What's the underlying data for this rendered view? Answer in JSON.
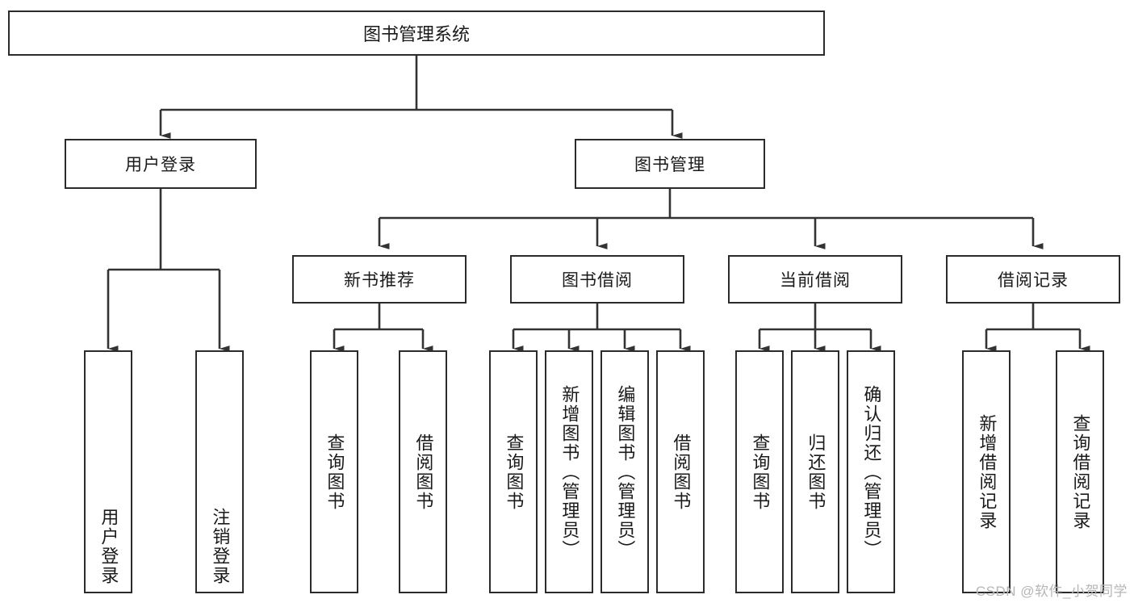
{
  "diagram": {
    "type": "hierarchy-tree",
    "title": "图书管理系统",
    "root": {
      "label": "图书管理系统"
    },
    "level2": [
      {
        "label": "用户登录"
      },
      {
        "label": "图书管理"
      }
    ],
    "level3": [
      {
        "label": "新书推荐"
      },
      {
        "label": "图书借阅"
      },
      {
        "label": "当前借阅"
      },
      {
        "label": "借阅记录"
      }
    ],
    "leaves": {
      "user_login": [
        {
          "label": "用户登录"
        },
        {
          "label": "注销登录"
        }
      ],
      "new_book_recommend": [
        {
          "label": "查询图书"
        },
        {
          "label": "借阅图书"
        }
      ],
      "book_borrow": [
        {
          "label": "查询图书"
        },
        {
          "label": "新增图书（管理员）"
        },
        {
          "label": "编辑图书（管理员）"
        },
        {
          "label": "借阅图书"
        }
      ],
      "current_borrow": [
        {
          "label": "查询图书"
        },
        {
          "label": "归还图书"
        },
        {
          "label": "确认归还（管理员）"
        }
      ],
      "borrow_record": [
        {
          "label": "新增借阅记录"
        },
        {
          "label": "查询借阅记录"
        }
      ]
    }
  },
  "watermark": {
    "text": "CSDN @软件_小贺同学"
  },
  "colors": {
    "stroke": "#2b2b2b",
    "fill": "#ffffff",
    "text": "#1a1a1a",
    "watermark": "#b6b6b6"
  }
}
